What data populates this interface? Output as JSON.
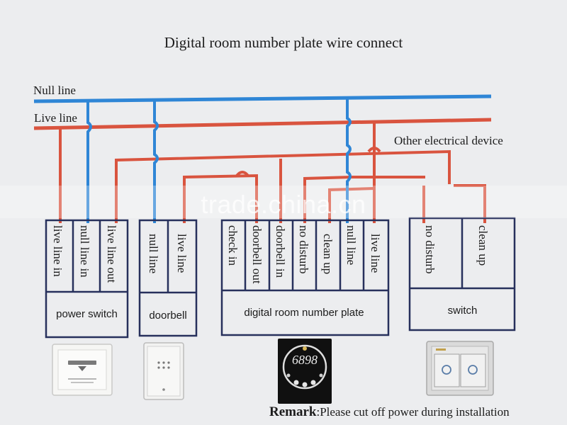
{
  "title": "Digital room number plate wire connect",
  "lines": {
    "null_label": "Null line",
    "live_label": "Live line",
    "other_label": "Other electrical device"
  },
  "colors": {
    "null_line": "#2f86d6",
    "live_line": "#d9543f",
    "box_stroke": "#27305c",
    "background": "#ecedef"
  },
  "boxes": {
    "power_switch": {
      "label": "power switch",
      "terminals": [
        "live line in",
        "null line in",
        "live line out"
      ]
    },
    "doorbell": {
      "label": "doorbell",
      "terminals": [
        "null line",
        "live line"
      ]
    },
    "plate": {
      "label": "digital room number plate",
      "terminals": [
        "check in",
        "doorbell out",
        "doorbell in",
        "no disturb",
        "clean up",
        "null line",
        "live line"
      ]
    },
    "switch": {
      "label": "switch",
      "terminals": [
        "no disturb",
        "clean up"
      ]
    }
  },
  "plate_display": "6898",
  "watermark": "trade.china.cn",
  "remark": {
    "label": "Remark",
    "text": ":Please cut off power during installation"
  }
}
